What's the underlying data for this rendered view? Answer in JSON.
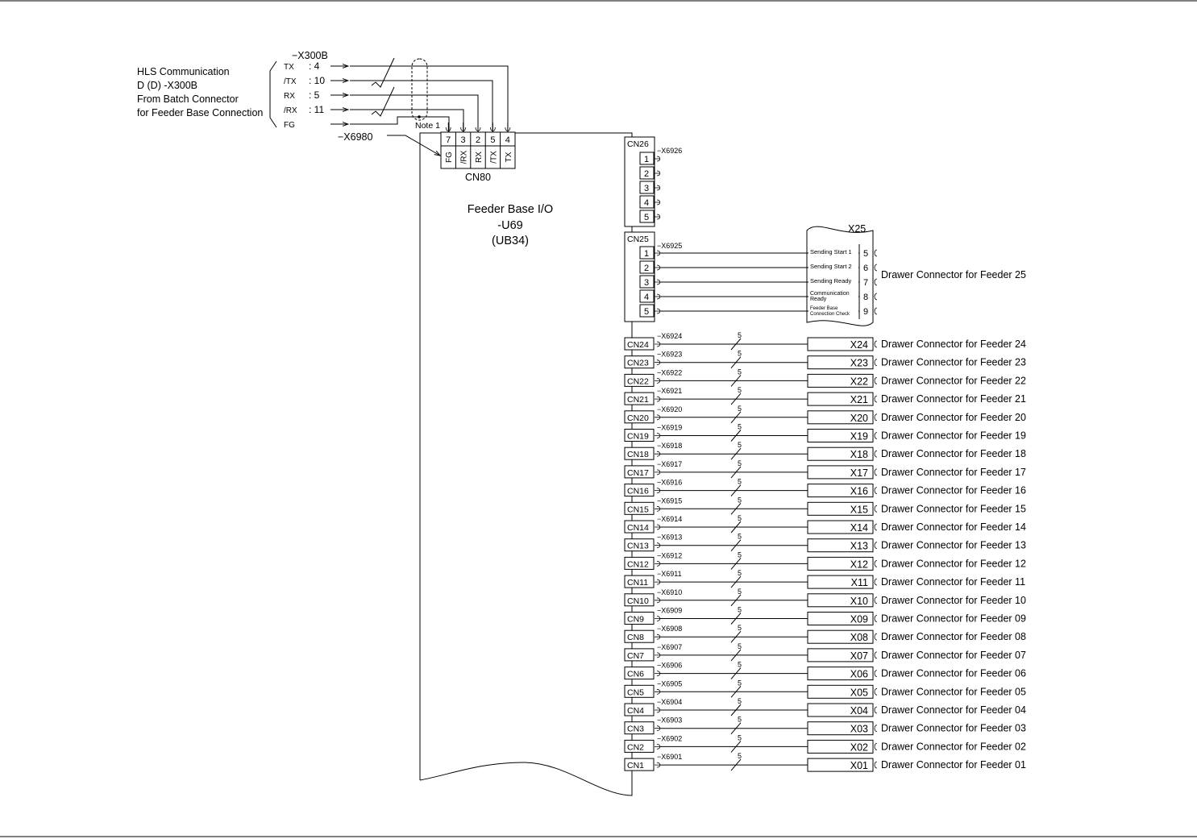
{
  "source": {
    "lines": [
      "HLS Communication",
      "D (D) -X300B",
      "From Batch Connector",
      "for Feeder Base Connection"
    ],
    "connector": "−X300B",
    "signals": [
      {
        "name": "TX",
        "pin": ": 4"
      },
      {
        "name": "/TX",
        "pin": ": 10"
      },
      {
        "name": "RX",
        "pin": ": 5"
      },
      {
        "name": "/RX",
        "pin": ": 11"
      },
      {
        "name": "FG",
        "pin": ""
      }
    ],
    "note": "Note 1"
  },
  "harness_label": "−X6980",
  "cn80": {
    "name": "CN80",
    "pins": [
      {
        "num": "7",
        "sig": "FG"
      },
      {
        "num": "3",
        "sig": "/RX"
      },
      {
        "num": "2",
        "sig": "RX"
      },
      {
        "num": "5",
        "sig": "/TX"
      },
      {
        "num": "4",
        "sig": "TX"
      }
    ]
  },
  "board": {
    "lines": [
      "Feeder Base I/O",
      "-U69",
      "(UB34)"
    ]
  },
  "cn26": {
    "name": "CN26",
    "harness": "−X6926",
    "pins": [
      "1",
      "2",
      "3",
      "4",
      "5"
    ]
  },
  "cn25": {
    "name": "CN25",
    "harness": "−X6925",
    "pins": [
      "1",
      "2",
      "3",
      "4",
      "5"
    ]
  },
  "x25": {
    "name": "X25",
    "description": "Drawer Connector for Feeder 25",
    "pins": [
      {
        "num": "5",
        "label": [
          "Sending Start 1"
        ]
      },
      {
        "num": "6",
        "label": [
          "Sending Start 2"
        ]
      },
      {
        "num": "7",
        "label": [
          "Sending Ready"
        ]
      },
      {
        "num": "8",
        "label": [
          "Communication",
          "Ready"
        ]
      },
      {
        "num": "9",
        "label": [
          "Feeder Base",
          "Connection Check"
        ]
      }
    ]
  },
  "bus_count": "5",
  "feeders": [
    {
      "cn": "CN24",
      "harness": "−X6924",
      "x": "X24",
      "desc": "Drawer Connector for Feeder 24"
    },
    {
      "cn": "CN23",
      "harness": "−X6923",
      "x": "X23",
      "desc": "Drawer Connector for Feeder 23"
    },
    {
      "cn": "CN22",
      "harness": "−X6922",
      "x": "X22",
      "desc": "Drawer Connector for Feeder 22"
    },
    {
      "cn": "CN21",
      "harness": "−X6921",
      "x": "X21",
      "desc": "Drawer Connector for Feeder 21"
    },
    {
      "cn": "CN20",
      "harness": "−X6920",
      "x": "X20",
      "desc": "Drawer Connector for Feeder 20"
    },
    {
      "cn": "CN19",
      "harness": "−X6919",
      "x": "X19",
      "desc": "Drawer Connector for Feeder 19"
    },
    {
      "cn": "CN18",
      "harness": "−X6918",
      "x": "X18",
      "desc": "Drawer Connector for Feeder 18"
    },
    {
      "cn": "CN17",
      "harness": "−X6917",
      "x": "X17",
      "desc": "Drawer Connector for Feeder 17"
    },
    {
      "cn": "CN16",
      "harness": "−X6916",
      "x": "X16",
      "desc": "Drawer Connector for Feeder 16"
    },
    {
      "cn": "CN15",
      "harness": "−X6915",
      "x": "X15",
      "desc": "Drawer Connector for Feeder 15"
    },
    {
      "cn": "CN14",
      "harness": "−X6914",
      "x": "X14",
      "desc": "Drawer Connector for Feeder 14"
    },
    {
      "cn": "CN13",
      "harness": "−X6913",
      "x": "X13",
      "desc": "Drawer Connector for Feeder 13"
    },
    {
      "cn": "CN12",
      "harness": "−X6912",
      "x": "X12",
      "desc": "Drawer Connector for Feeder 12"
    },
    {
      "cn": "CN11",
      "harness": "−X6911",
      "x": "X11",
      "desc": "Drawer Connector for Feeder 11"
    },
    {
      "cn": "CN10",
      "harness": "−X6910",
      "x": "X10",
      "desc": "Drawer Connector for Feeder 10"
    },
    {
      "cn": "CN9",
      "harness": "−X6909",
      "x": "X09",
      "desc": "Drawer Connector for Feeder 09"
    },
    {
      "cn": "CN8",
      "harness": "−X6908",
      "x": "X08",
      "desc": "Drawer Connector for Feeder 08"
    },
    {
      "cn": "CN7",
      "harness": "−X6907",
      "x": "X07",
      "desc": "Drawer Connector for Feeder 07"
    },
    {
      "cn": "CN6",
      "harness": "−X6906",
      "x": "X06",
      "desc": "Drawer Connector for Feeder 06"
    },
    {
      "cn": "CN5",
      "harness": "−X6905",
      "x": "X05",
      "desc": "Drawer Connector for Feeder 05"
    },
    {
      "cn": "CN4",
      "harness": "−X6904",
      "x": "X04",
      "desc": "Drawer Connector for Feeder 04"
    },
    {
      "cn": "CN3",
      "harness": "−X6903",
      "x": "X03",
      "desc": "Drawer Connector for Feeder 03"
    },
    {
      "cn": "CN2",
      "harness": "−X6902",
      "x": "X02",
      "desc": "Drawer Connector for Feeder 02"
    },
    {
      "cn": "CN1",
      "harness": "−X6901",
      "x": "X01",
      "desc": "Drawer Connector for Feeder 01"
    }
  ]
}
